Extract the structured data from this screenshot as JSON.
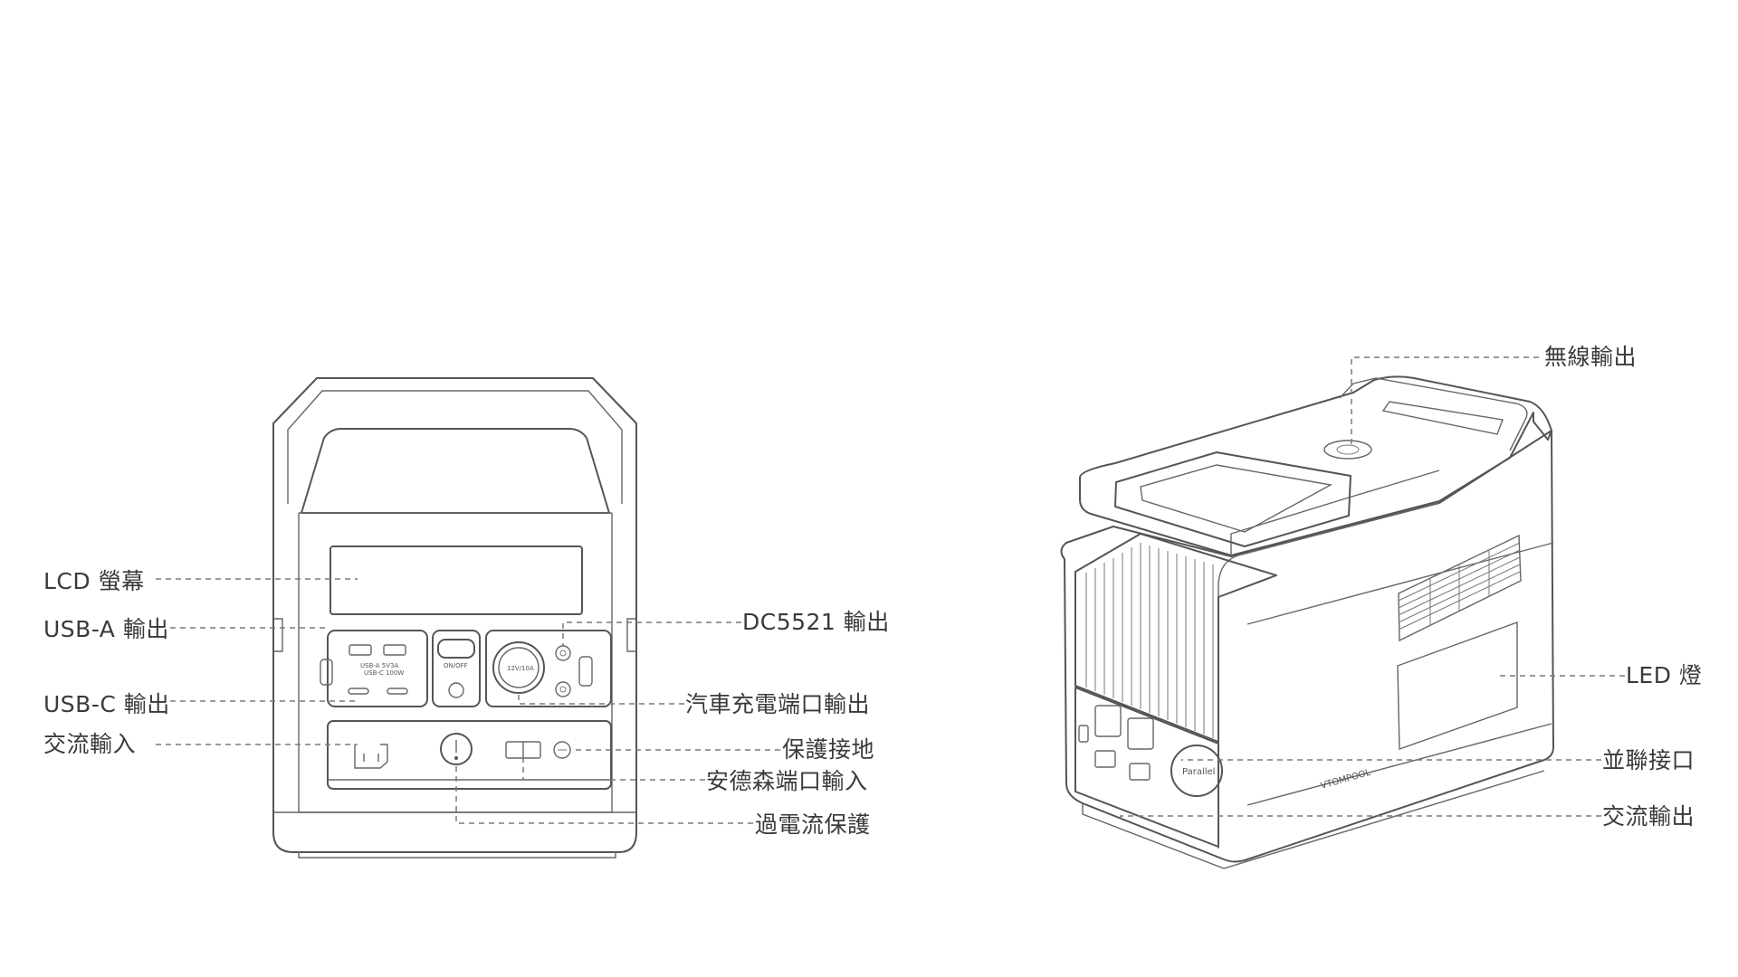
{
  "labels": {
    "lcd": "LCD 螢幕",
    "usb_a": "USB-A 輸出",
    "usb_c": "USB-C 輸出",
    "ac_in": "交流輸入",
    "dc5521": "DC5521 輸出",
    "car": "汽車充電端口輸出",
    "ground": "保護接地",
    "anderson": "安德森端口輸入",
    "overcurrent": "過電流保護",
    "wireless": "無線輸出",
    "led": "LED 燈",
    "parallel_port": "並聯接口",
    "ac_out": "交流輸出"
  },
  "device_marks": {
    "usb_a_text": "USB-A 5V3A",
    "usb_c_text": "USB-C 100W",
    "on_off": "ON/OFF",
    "car_rating": "12V/10A",
    "parallel_badge": "Parallel",
    "brand": "VTOMPOOL"
  }
}
